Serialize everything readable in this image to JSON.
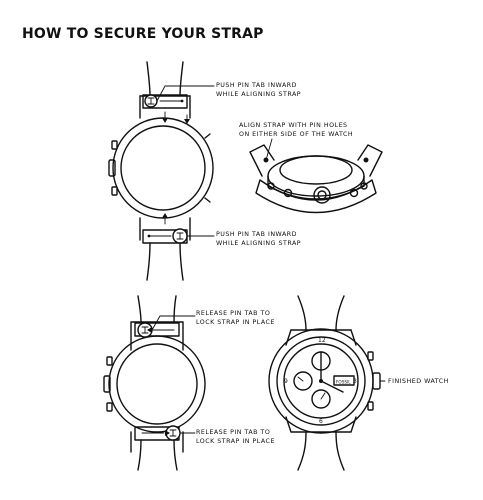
{
  "title": "HOW TO SECURE YOUR STRAP",
  "steps": [
    {
      "lines": [
        "PUSH PIN TAB INWARD",
        "WHILE ALIGNING STRAP"
      ]
    },
    {
      "lines": [
        "ALIGN STRAP WITH PIN HOLES",
        "ON EITHER SIDE OF THE WATCH"
      ]
    },
    {
      "lines": [
        "PUSH PIN TAB INWARD",
        "WHILE ALIGNING STRAP"
      ]
    },
    {
      "lines": [
        "RELEASE PIN TAB TO",
        "LOCK STRAP IN PLACE"
      ]
    },
    {
      "lines": [
        "RELEASE PIN TAB TO",
        "LOCK STRAP IN PLACE"
      ]
    },
    {
      "lines": [
        "FINISHED WATCH"
      ]
    }
  ],
  "dial": {
    "brand": "FOSSIL",
    "hour_markers": [
      "12",
      "3",
      "6",
      "9"
    ]
  },
  "colors": {
    "ink": "#111111",
    "background": "#ffffff"
  }
}
